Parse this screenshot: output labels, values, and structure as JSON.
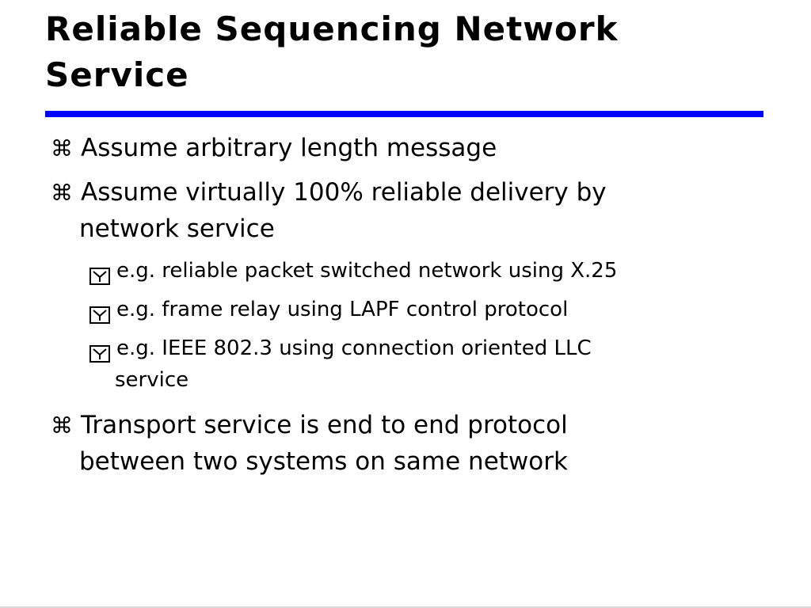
{
  "slide": {
    "title_line1": "Reliable Sequencing Network",
    "title_line2": "Service",
    "accent_color": "#0000ff",
    "bullets": [
      {
        "level": 1,
        "icon": "z-bullet-icon",
        "lines": [
          "Assume arbitrary length message"
        ]
      },
      {
        "level": 1,
        "icon": "z-bullet-icon",
        "lines": [
          "Assume virtually 100% reliable delivery by",
          "network service"
        ]
      },
      {
        "level": 2,
        "icon": "y-checkbox-bullet-icon",
        "lines": [
          "e.g. reliable packet switched network using X.25"
        ]
      },
      {
        "level": 2,
        "icon": "y-checkbox-bullet-icon",
        "lines": [
          "e.g. frame relay using LAPF control protocol"
        ]
      },
      {
        "level": 2,
        "icon": "y-checkbox-bullet-icon",
        "lines": [
          "e.g. IEEE 802.3 using connection oriented LLC",
          "service"
        ]
      },
      {
        "level": 1,
        "icon": "z-bullet-icon",
        "lines": [
          "Transport service is end to end protocol",
          "between two systems on same network"
        ]
      }
    ]
  }
}
